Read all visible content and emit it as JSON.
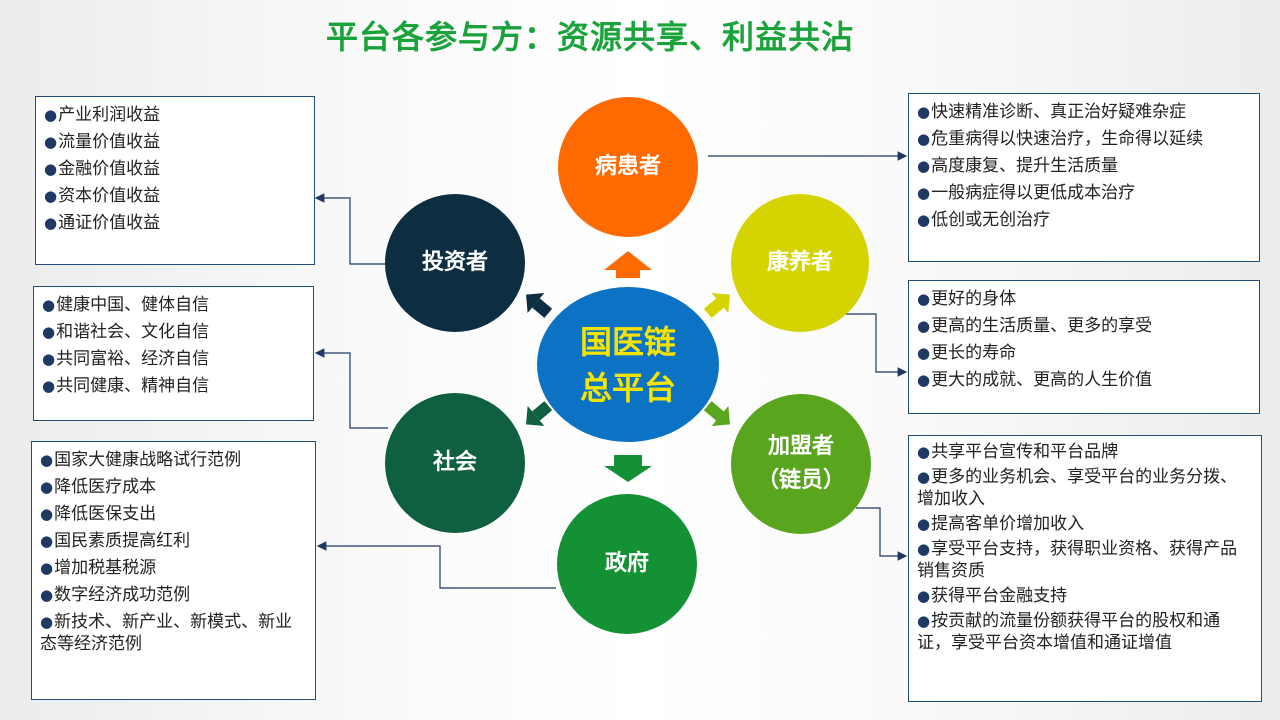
{
  "title": "平台各参与方：资源共享、利益共沾",
  "center": {
    "line1": "国医链",
    "line2": "总平台",
    "color": "#0b72c4",
    "text_color": "#f5e400"
  },
  "nodes": {
    "patient": {
      "label": "病患者",
      "color": "#ff6a00"
    },
    "wellness": {
      "label": "康养者",
      "color": "#d6d400"
    },
    "franchisee": {
      "line1": "加盟者",
      "line2": "（链员）",
      "color": "#5aa51e"
    },
    "government": {
      "label": "政府",
      "color": "#139134"
    },
    "society": {
      "label": "社会",
      "color": "#0f6040"
    },
    "investor": {
      "label": "投资者",
      "color": "#0d2d40"
    }
  },
  "boxes": {
    "investor": [
      "产业利润收益",
      "流量价值收益",
      "金融价值收益",
      "资本价值收益",
      "通证价值收益"
    ],
    "society": [
      "健康中国、健体自信",
      "和谐社会、文化自信",
      "共同富裕、经济自信",
      "共同健康、精神自信"
    ],
    "government": [
      "国家大健康战略试行范例",
      "降低医疗成本",
      "降低医保支出",
      "国民素质提高红利",
      "增加税基税源",
      "数字经济成功范例",
      "新技术、新产业、新模式、新业态等经济范例"
    ],
    "patient": [
      "快速精准诊断、真正治好疑难杂症",
      "危重病得以快速治疗，生命得以延续",
      "高度康复、提升生活质量",
      "一般病症得以更低成本治疗",
      "低创或无创治疗"
    ],
    "wellness": [
      "更好的身体",
      "更高的生活质量、更多的享受",
      "更长的寿命",
      "更大的成就、更高的人生价值"
    ],
    "franchisee": [
      "共享平台宣传和平台品牌",
      "更多的业务机会、享受平台的业务分拨、增加收入",
      "提高客单价增加收入",
      "享受平台支持，获得职业资格、获得产品销售资质",
      "获得平台金融支持",
      "按贡献的流量份额获得平台的股权和通证，享受平台资本增值和通证增值"
    ]
  },
  "bullet": "●"
}
